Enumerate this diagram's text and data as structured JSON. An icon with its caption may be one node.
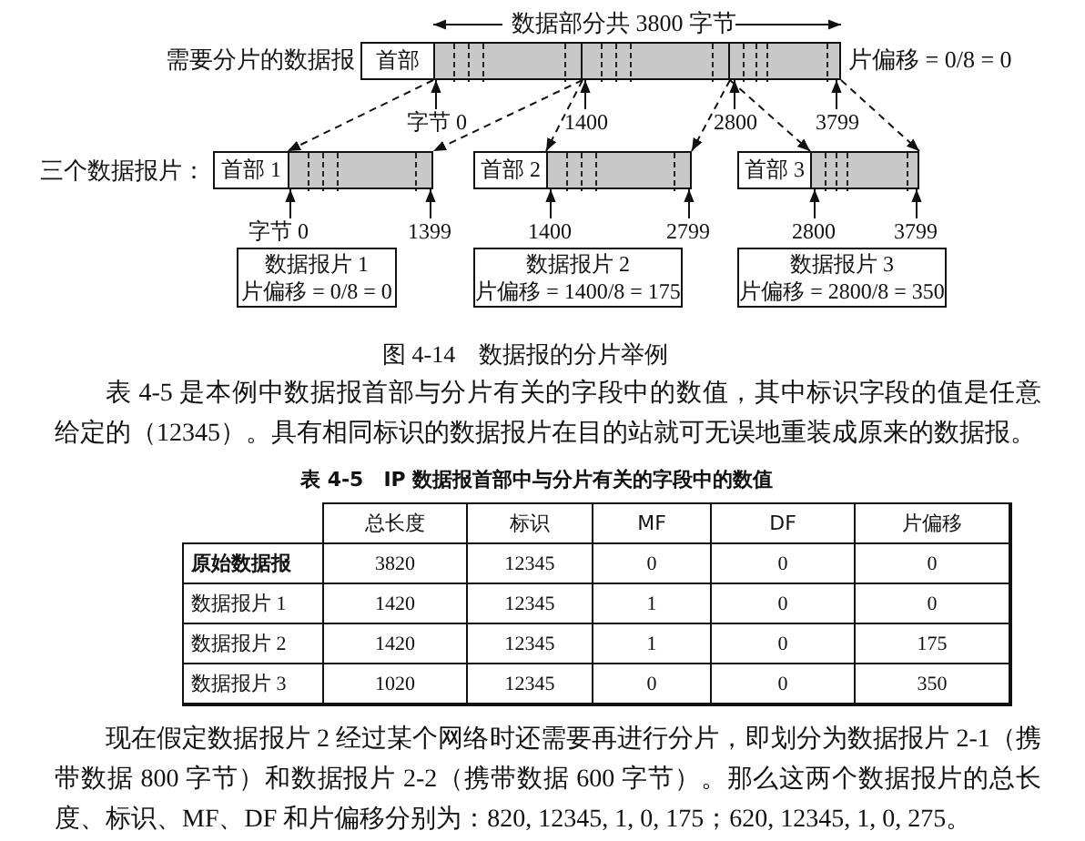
{
  "diagram": {
    "caption": "图 4-14　数据报的分片举例",
    "nodes": [
      {
        "text": [
          "首部"
        ]
      },
      {
        "text": [],
        "shape": "bar"
      },
      {
        "text": [],
        "shape": "bar"
      },
      {
        "text": [],
        "shape": "bar"
      },
      {
        "text": [
          "首部 1"
        ]
      },
      {
        "text": [],
        "shape": "bar"
      },
      {
        "text": [
          "首部 2"
        ]
      },
      {
        "text": [],
        "shape": "bar"
      },
      {
        "text": [
          "首部 3"
        ]
      },
      {
        "text": [],
        "shape": "bar"
      },
      {
        "text": [
          "数据报片 1",
          "片偏移 = 0/8 = 0"
        ]
      },
      {
        "text": [
          "数据报片 2",
          "片偏移 = 1400/8 = 175"
        ]
      },
      {
        "text": [
          "数据报片 3",
          "片偏移 = 2800/8 = 350"
        ]
      },
      {
        "text": [
          "字节 0"
        ]
      },
      {
        "text": [
          "1400"
        ]
      },
      {
        "text": [
          "2800"
        ]
      },
      {
        "text": [
          "3799"
        ]
      },
      {
        "text": [
          "字节 0"
        ]
      },
      {
        "text": [
          "1399"
        ]
      },
      {
        "text": [
          "1400"
        ]
      },
      {
        "text": [
          "2799"
        ]
      },
      {
        "text": [
          "2800"
        ]
      },
      {
        "text": [
          "3799"
        ]
      }
    ],
    "edges": [
      {
        "from": 1,
        "to": 5,
        "arrow": "to",
        "style": "dashed"
      },
      {
        "from": 1,
        "to": 5,
        "arrow": "to",
        "style": "dashed"
      },
      {
        "from": 2,
        "to": 7,
        "arrow": "to",
        "style": "dashed"
      },
      {
        "from": 2,
        "to": 7,
        "arrow": "to",
        "style": "dashed"
      },
      {
        "from": 3,
        "to": 9,
        "arrow": "to",
        "style": "dashed"
      },
      {
        "from": 3,
        "to": 9,
        "arrow": "to",
        "style": "dashed"
      },
      {
        "from": 13,
        "to": 1,
        "arrow": "to"
      },
      {
        "from": 14,
        "to": 2,
        "arrow": "to"
      },
      {
        "from": 15,
        "to": 3,
        "arrow": "to"
      },
      {
        "from": 16,
        "to": 3,
        "arrow": "to"
      },
      {
        "from": 17,
        "to": 5,
        "arrow": "to"
      },
      {
        "from": 18,
        "to": 5,
        "arrow": "to"
      },
      {
        "from": 19,
        "to": 7,
        "arrow": "to"
      },
      {
        "from": 20,
        "to": 7,
        "arrow": "to"
      },
      {
        "from": 21,
        "to": 9,
        "arrow": "to"
      },
      {
        "from": 22,
        "to": 9,
        "arrow": "to"
      }
    ],
    "labels": [
      "数据部分共 3800 字节",
      "需要分片的数据报",
      "片偏移 = 0/8 = 0",
      "三个数据报片：",
      "表 4-5 是本例中数据报首部与分片有关的字段中的数值，其中标识字段的值是任意给定的（12345）。具有相同标识的数据报片在目的站就可无误地重装成原来的数据报。",
      "表 4-5　IP 数据报首部中与分片有关的字段中的数值",
      "总长度",
      "标识",
      "MF",
      "DF",
      "片偏移",
      "原始数据报",
      "3820",
      "12345",
      "0",
      "0",
      "0",
      "数据报片 1",
      "1420",
      "12345",
      "1",
      "0",
      "0",
      "数据报片 2",
      "1420",
      "12345",
      "1",
      "0",
      "175",
      "数据报片 3",
      "1020",
      "12345",
      "0",
      "0",
      "350",
      "现在假定数据报片 2 经过某个网络时还需要再进行分片，即划分为数据报片 2-1（携带数据 800 字节）和数据报片 2-2（携带数据 600 字节）。那么这两个数据报片的总长度、标识、MF、DF 和片偏移分别为：820, 12345, 1, 0, 175；620, 12345, 1, 0, 275。"
    ]
  }
}
